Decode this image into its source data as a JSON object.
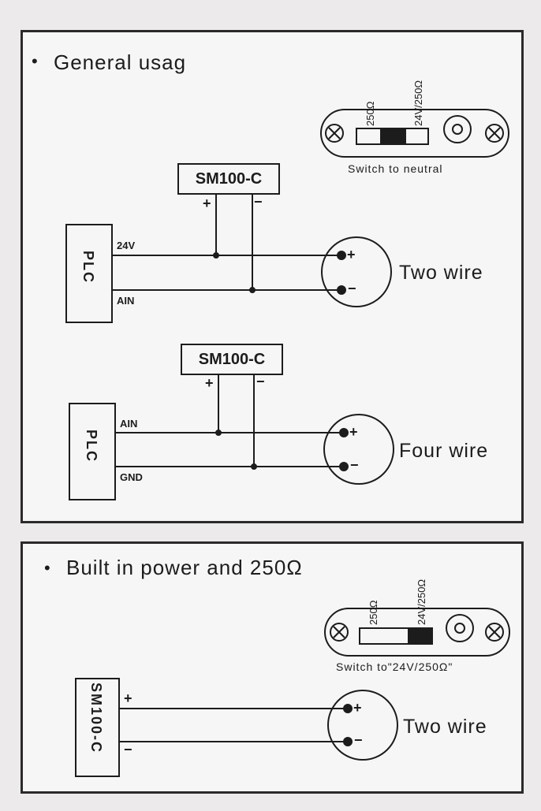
{
  "panel_top": {
    "bullet": "•",
    "title": "General usag",
    "switch": {
      "left_label": "250Ω",
      "right_label": "24V/250Ω",
      "caption": "Switch to neutral"
    },
    "circuit_two_wire": {
      "module": "SM100-C",
      "plus": "+",
      "minus": "−",
      "plc": "PLC",
      "top_wire": "24V",
      "bottom_wire": "AIN",
      "sensor_plus": "+",
      "sensor_minus": "−",
      "label": "Two wire"
    },
    "circuit_four_wire": {
      "module": "SM100-C",
      "plus": "+",
      "minus": "−",
      "plc": "PLC",
      "top_wire": "AIN",
      "bottom_wire": "GND",
      "sensor_plus": "+",
      "sensor_minus": "−",
      "label": "Four wire"
    }
  },
  "panel_bottom": {
    "bullet": "•",
    "title": "Built in power and 250Ω",
    "switch": {
      "left_label": "250Ω",
      "right_label": "24V/250Ω",
      "caption": "Switch to\"24V/250Ω\""
    },
    "circuit": {
      "module": "SM100-C",
      "plus": "+",
      "minus": "−",
      "sensor_plus": "+",
      "sensor_minus": "−",
      "label": "Two wire"
    }
  },
  "colors": {
    "line": "#1c1c1c",
    "panel_bg": "#f6f6f6",
    "page_bg": "#eceaeb"
  },
  "icons": [
    "screw-icon",
    "knob-icon",
    "switch-slider-icon",
    "sensor-icon"
  ]
}
